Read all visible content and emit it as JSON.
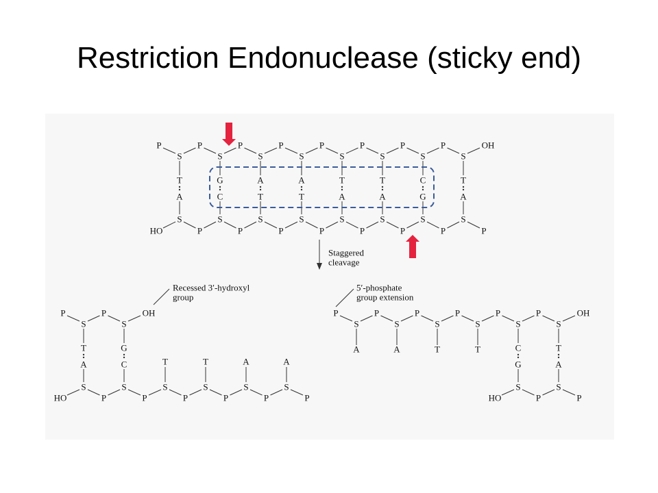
{
  "title": "Restriction Endonuclease (sticky end)",
  "colors": {
    "arrow": "#e4233f",
    "box": "#3a5b9a",
    "line": "#333333",
    "panel": "#f7f7f7"
  },
  "labels": {
    "P": "P",
    "S": "S",
    "OH": "OH",
    "HO": "HO",
    "staggered": "Staggered",
    "cleavage": "cleavage",
    "recessed_1": "Recessed 3′-hydroxyl",
    "recessed_2": "group",
    "phosphate_1": "5′-phosphate",
    "phosphate_2": "group extension"
  },
  "top_duplex": {
    "upper_bases": [
      "T",
      "G",
      "A",
      "A",
      "T",
      "T",
      "C",
      "T"
    ],
    "lower_bases": [
      "A",
      "C",
      "T",
      "T",
      "A",
      "A",
      "G",
      "A"
    ]
  },
  "left_fragment": {
    "top_bases": [
      "T",
      "G"
    ],
    "bottom_bases": [
      "A",
      "C",
      "T",
      "T",
      "A",
      "A"
    ]
  },
  "right_fragment": {
    "top_bases": [
      "A",
      "A",
      "T",
      "T",
      "C",
      "T"
    ],
    "bottom_bases": [
      "G",
      "A"
    ]
  }
}
